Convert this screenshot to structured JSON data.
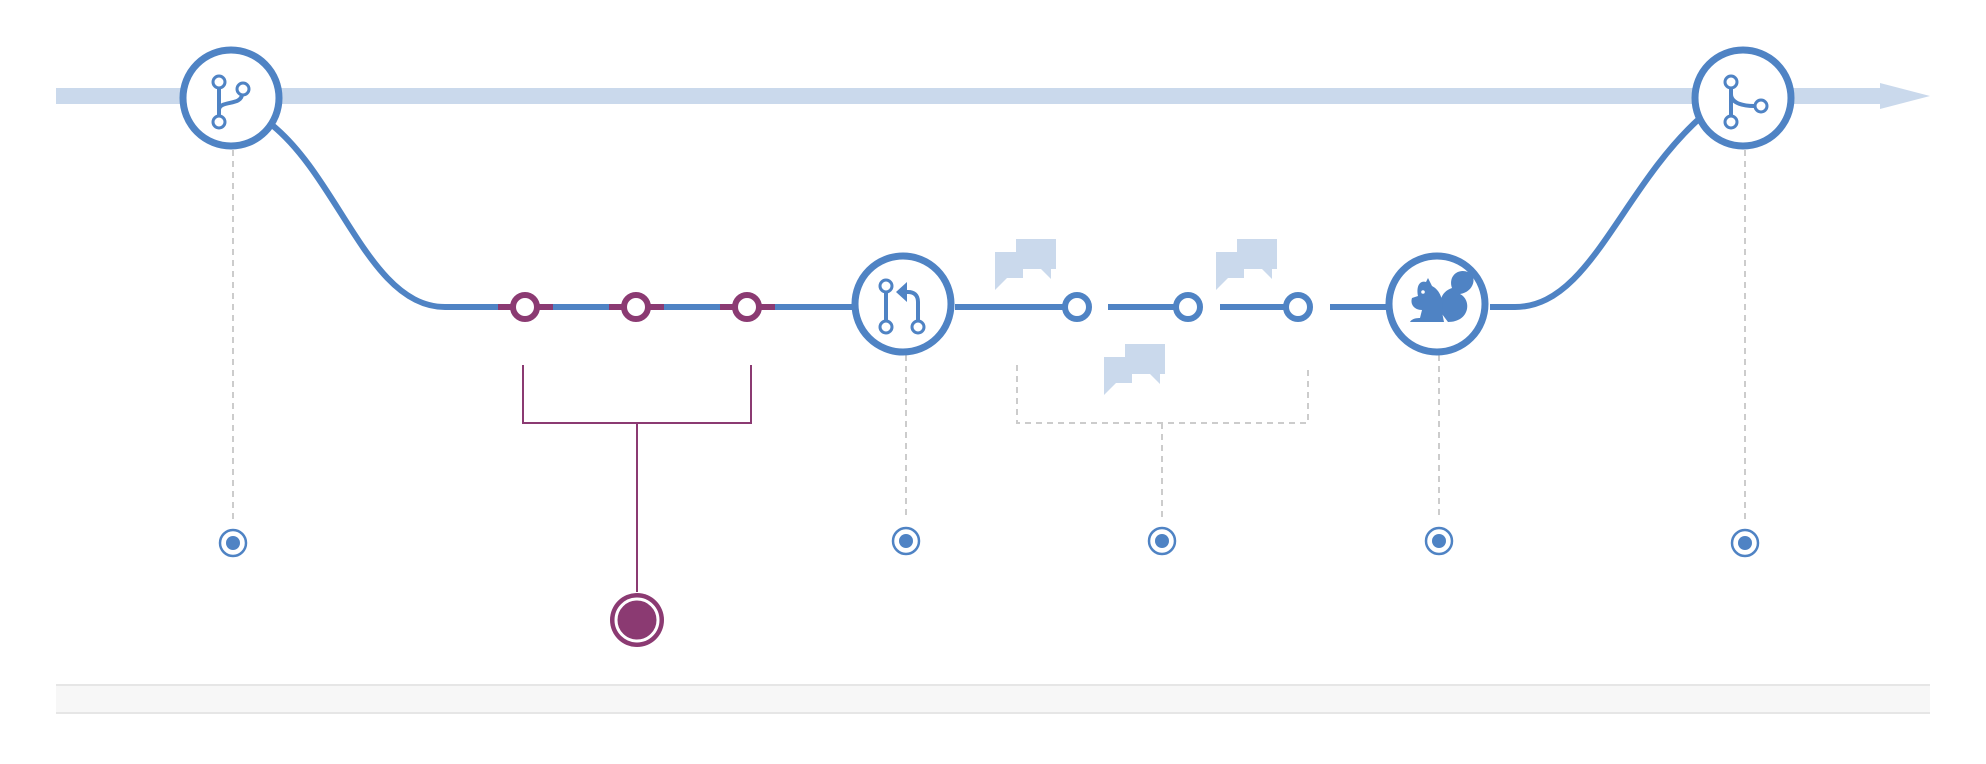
{
  "diagram": {
    "type": "github-flow",
    "colors": {
      "main_branch": "#cad9ec",
      "flow_blue": "#4f83c4",
      "commit_purple": "#8b3a72",
      "dashed_guide": "#cccccc",
      "comment_bubble": "#cad9ec",
      "footer_band": "#f7f7f7",
      "footer_border": "#e6e6e6"
    },
    "steps": [
      {
        "id": "create-branch",
        "icon": "branch-icon"
      },
      {
        "id": "add-commits",
        "icon": "commit-icon",
        "commits": 3
      },
      {
        "id": "open-pull-request",
        "icon": "pull-request-icon"
      },
      {
        "id": "discuss-review",
        "icon": "comment-icon",
        "commits": 3
      },
      {
        "id": "deploy",
        "icon": "squirrel-icon"
      },
      {
        "id": "merge",
        "icon": "merge-icon"
      }
    ]
  }
}
